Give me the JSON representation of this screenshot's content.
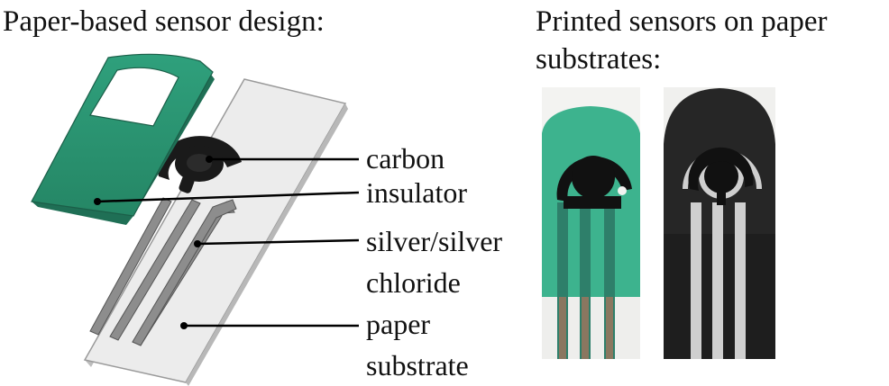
{
  "left_title": "Paper-based sensor design:",
  "right_title_line1": "Printed sensors on paper",
  "right_title_line2": "substrates:",
  "labels": {
    "carbon": "carbon",
    "insulator": "insulator",
    "silver_line1": "silver/silver",
    "silver_line2": "chloride",
    "paper_line1": "paper",
    "paper_line2": "substrate"
  },
  "colors": {
    "insulator_green": "#2e9c79",
    "carbon_black": "#1a1a1a",
    "silver_gray": "#8d8d8d",
    "paper_white": "#eeeeee"
  }
}
